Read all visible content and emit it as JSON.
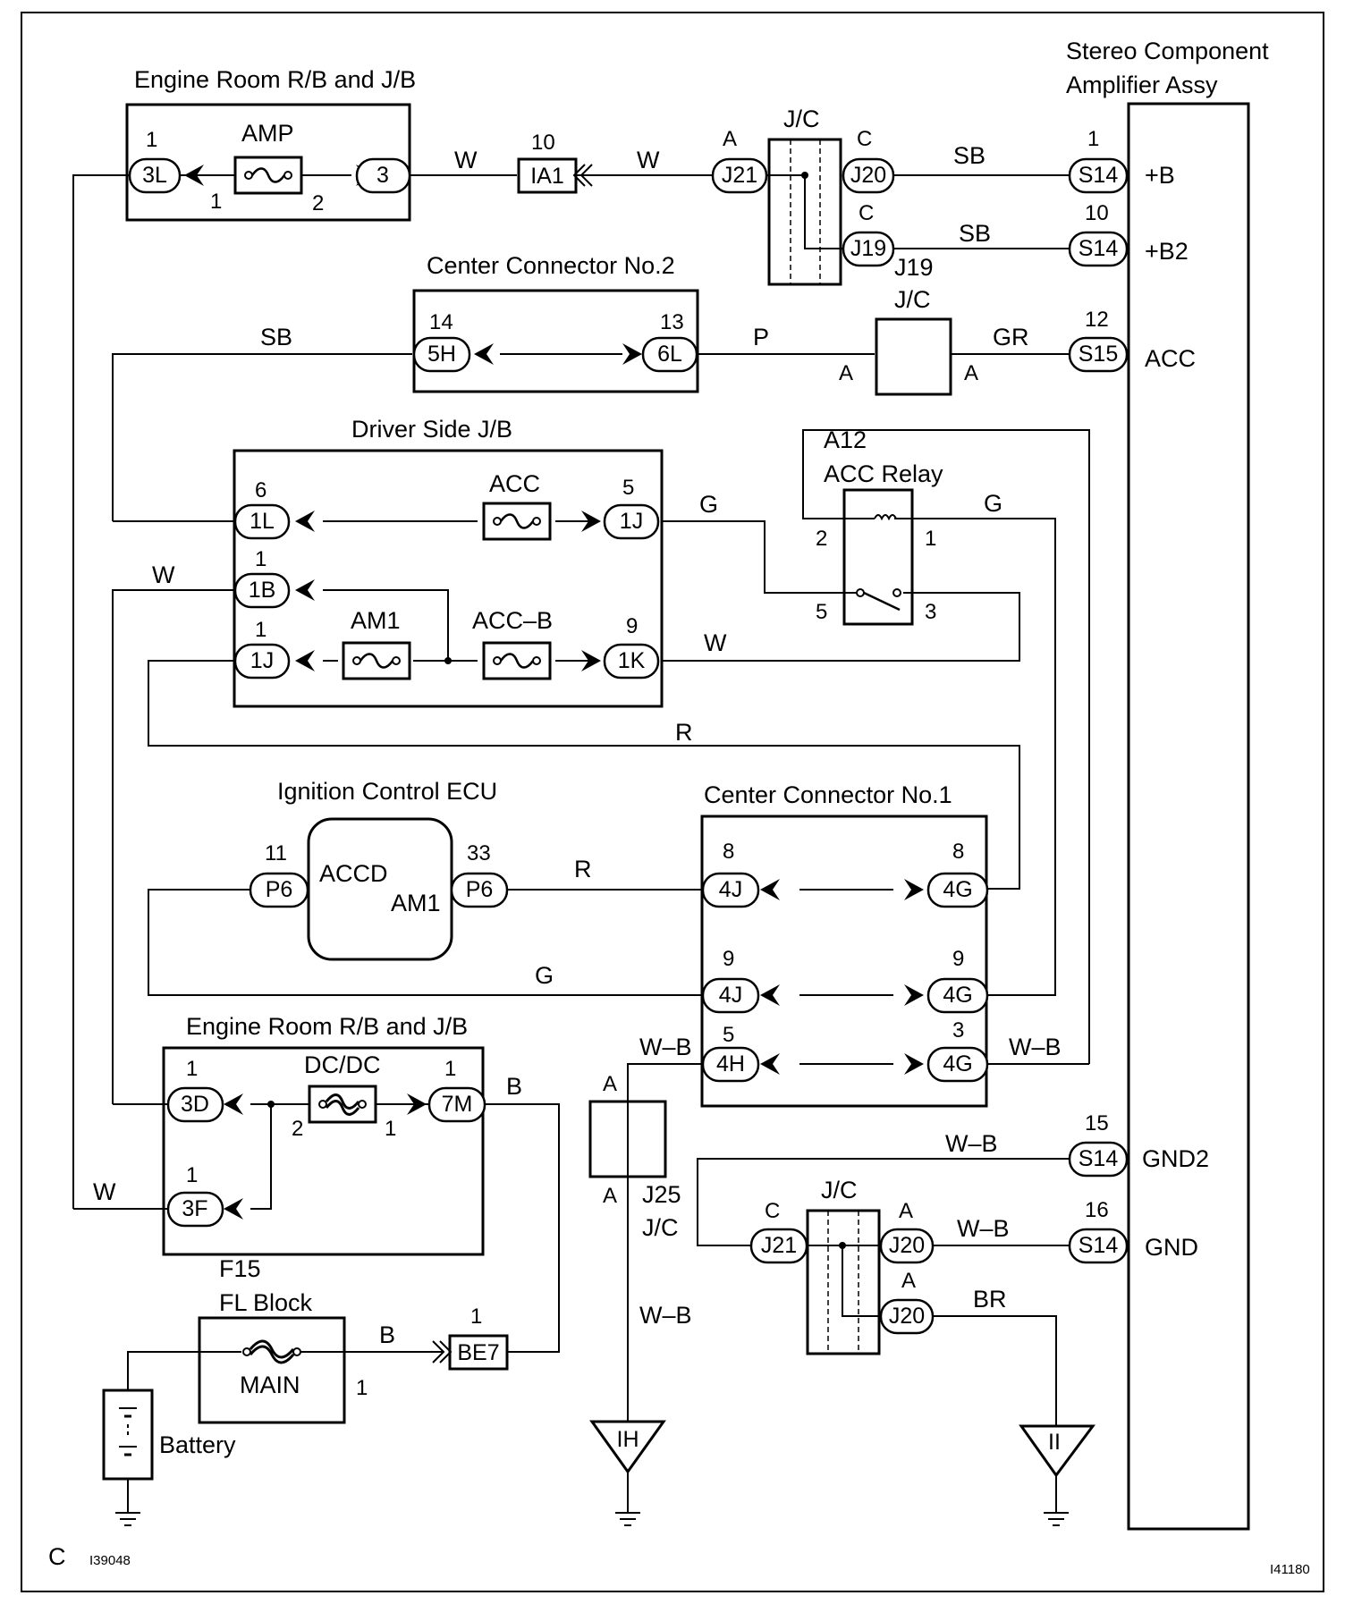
{
  "frame_corner_label": "C",
  "figure_codes": {
    "left": "I39048",
    "right": "I41180"
  },
  "components": {
    "engine_room_rb_top": "Engine Room R/B and J/B",
    "stereo_amp": [
      "Stereo Component",
      "Amplifier Assy"
    ],
    "center_conn_2": "Center Connector No.2",
    "driver_side_jb": "Driver Side J/B",
    "acc_relay": [
      "A12",
      "ACC Relay"
    ],
    "ignition_ecu": "Ignition Control ECU",
    "center_conn_1": "Center Connector No.1",
    "engine_room_rb_bottom": "Engine Room R/B and J/B",
    "fl_block": [
      "F15",
      "FL Block"
    ],
    "battery": "Battery",
    "jc": "J/C",
    "j19": "J19",
    "j25": "J25"
  },
  "fuses": {
    "amp": "AMP",
    "acc": "ACC",
    "am1": "AM1",
    "acc_b": "ACC–B",
    "dcdc": "DC/DC",
    "main": "MAIN"
  },
  "ecu_terminals": {
    "accd": "ACCD",
    "am1": "AM1"
  },
  "amp_terminals": {
    "b": "+B",
    "b2": "+B2",
    "acc": "ACC",
    "gnd2": "GND2",
    "gnd": "GND"
  },
  "connectors": {
    "c3L": "3L",
    "c3": "3",
    "IA1": "IA1",
    "J21a": "J21",
    "J20a": "J20",
    "J19": "J19",
    "S14a": "S14",
    "S14b": "S14",
    "S15": "S15",
    "c5H": "5H",
    "c6L": "6L",
    "c1L": "1L",
    "c1J": "1J",
    "c1B": "1B",
    "c1Jb": "1J",
    "c1K": "1K",
    "P6a": "P6",
    "P6b": "P6",
    "c4Ja": "4J",
    "c4Ga": "4G",
    "c4Jb": "4J",
    "c4Gb": "4G",
    "c4H": "4H",
    "c4Gc": "4G",
    "c3D": "3D",
    "c7M": "7M",
    "c3F": "3F",
    "BE7": "BE7",
    "S14c": "S14",
    "S14d": "S14",
    "J21b": "J21",
    "J20b": "J20",
    "J20c": "J20"
  },
  "grounds": {
    "ih": "IH",
    "ii": "II"
  },
  "wire_colors": {
    "w1": "W",
    "w2": "W",
    "sb1": "SB",
    "sb2": "SB",
    "sb3": "SB",
    "p": "P",
    "gr": "GR",
    "g1": "G",
    "g2": "G",
    "w3": "W",
    "w4": "W",
    "r1": "R",
    "r2": "R",
    "g3": "G",
    "wb1": "W–B",
    "wb2": "W–B",
    "b1": "B",
    "w5": "W",
    "wb3": "W–B",
    "wb4": "W–B",
    "wb5": "W–B",
    "br": "BR",
    "b2": "B"
  },
  "pin_numbers": {
    "p3L": "1",
    "pamp1": "1",
    "pamp2": "2",
    "pIA1": "10",
    "pJ21a": "A",
    "pJ20a": "C",
    "pJ19": "C",
    "pS14a": "1",
    "pS14b": "10",
    "p5H": "14",
    "p6L": "13",
    "pJCa": "A",
    "pJCb": "A",
    "pS15": "12",
    "p1L": "6",
    "p1J": "5",
    "p1B": "1",
    "p1Jb": "1",
    "p1K": "9",
    "r2": "2",
    "r1": "1",
    "r5": "5",
    "r3": "3",
    "pP6a": "11",
    "pP6b": "33",
    "p4Ja": "8",
    "p4Ga": "8",
    "p4Jb": "9",
    "p4Gb": "9",
    "p4H": "5",
    "p4Gc": "3",
    "p3D": "1",
    "p7M": "1",
    "pdc2": "2",
    "pdc1": "1",
    "p3F": "1",
    "pBE7": "1",
    "pMain": "1",
    "pJ25a": "A",
    "pJ25b": "A",
    "pS14c": "15",
    "pS14d": "16",
    "pJ21b": "C",
    "pJ20b": "A",
    "pJ20c": "A"
  }
}
